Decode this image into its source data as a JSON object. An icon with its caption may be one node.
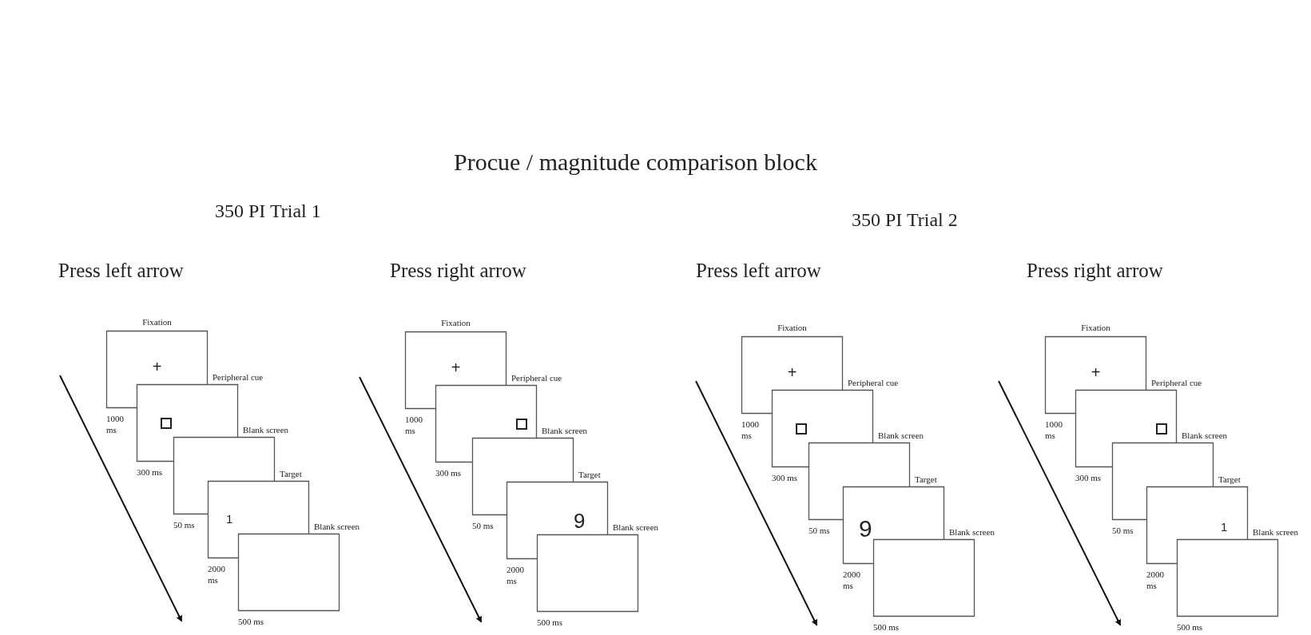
{
  "diagram": {
    "title": "Procue / magnitude comparison block",
    "nodes": [
      {
        "text": [
          "Fixation",
          "+"
        ],
        "beside": [
          "1000 ms"
        ]
      },
      {
        "text": [
          "Peripheral cue"
        ],
        "beside": [
          "300 ms"
        ]
      },
      {
        "text": [
          "Blank screen"
        ],
        "beside": [
          "50 ms"
        ]
      },
      {
        "text": [
          "Target",
          "1"
        ],
        "beside": [
          "2000 ms"
        ]
      },
      {
        "text": [
          "Blank screen"
        ],
        "beside": [
          "500 ms"
        ]
      },
      {
        "text": [
          "Fixation",
          "+"
        ],
        "beside": [
          "1000 ms"
        ]
      },
      {
        "text": [
          "Peripheral cue"
        ],
        "beside": [
          "300 ms"
        ]
      },
      {
        "text": [
          "Blank screen"
        ],
        "beside": [
          "50 ms"
        ]
      },
      {
        "text": [
          "Target",
          "9"
        ],
        "beside": [
          "2000 ms"
        ]
      },
      {
        "text": [
          "Blank screen"
        ],
        "beside": [
          "500 ms"
        ]
      },
      {
        "text": [
          "Fixation",
          "+"
        ],
        "beside": [
          "1000 ms"
        ]
      },
      {
        "text": [
          "Peripheral cue"
        ],
        "beside": [
          "300 ms"
        ]
      },
      {
        "text": [
          "Blank screen"
        ],
        "beside": [
          "50 ms"
        ]
      },
      {
        "text": [
          "Target",
          "9"
        ],
        "beside": [
          "2000 ms"
        ]
      },
      {
        "text": [
          "Blank screen"
        ],
        "beside": [
          "500 ms"
        ]
      },
      {
        "text": [
          "Fixation",
          "+"
        ],
        "beside": [
          "1000 ms"
        ]
      },
      {
        "text": [
          "Peripheral cue"
        ],
        "beside": [
          "300 ms"
        ]
      },
      {
        "text": [
          "Blank screen"
        ],
        "beside": [
          "50 ms"
        ]
      },
      {
        "text": [
          "Target",
          "1"
        ],
        "beside": [
          "2000 ms"
        ]
      },
      {
        "text": [
          "Blank screen"
        ],
        "beside": [
          "500 ms"
        ]
      }
    ],
    "labels": [
      "350 PI Trial 1",
      "350 PI Trial 2",
      "Press left arrow",
      "Press right arrow",
      "Press left arrow",
      "Press right arrow"
    ]
  }
}
